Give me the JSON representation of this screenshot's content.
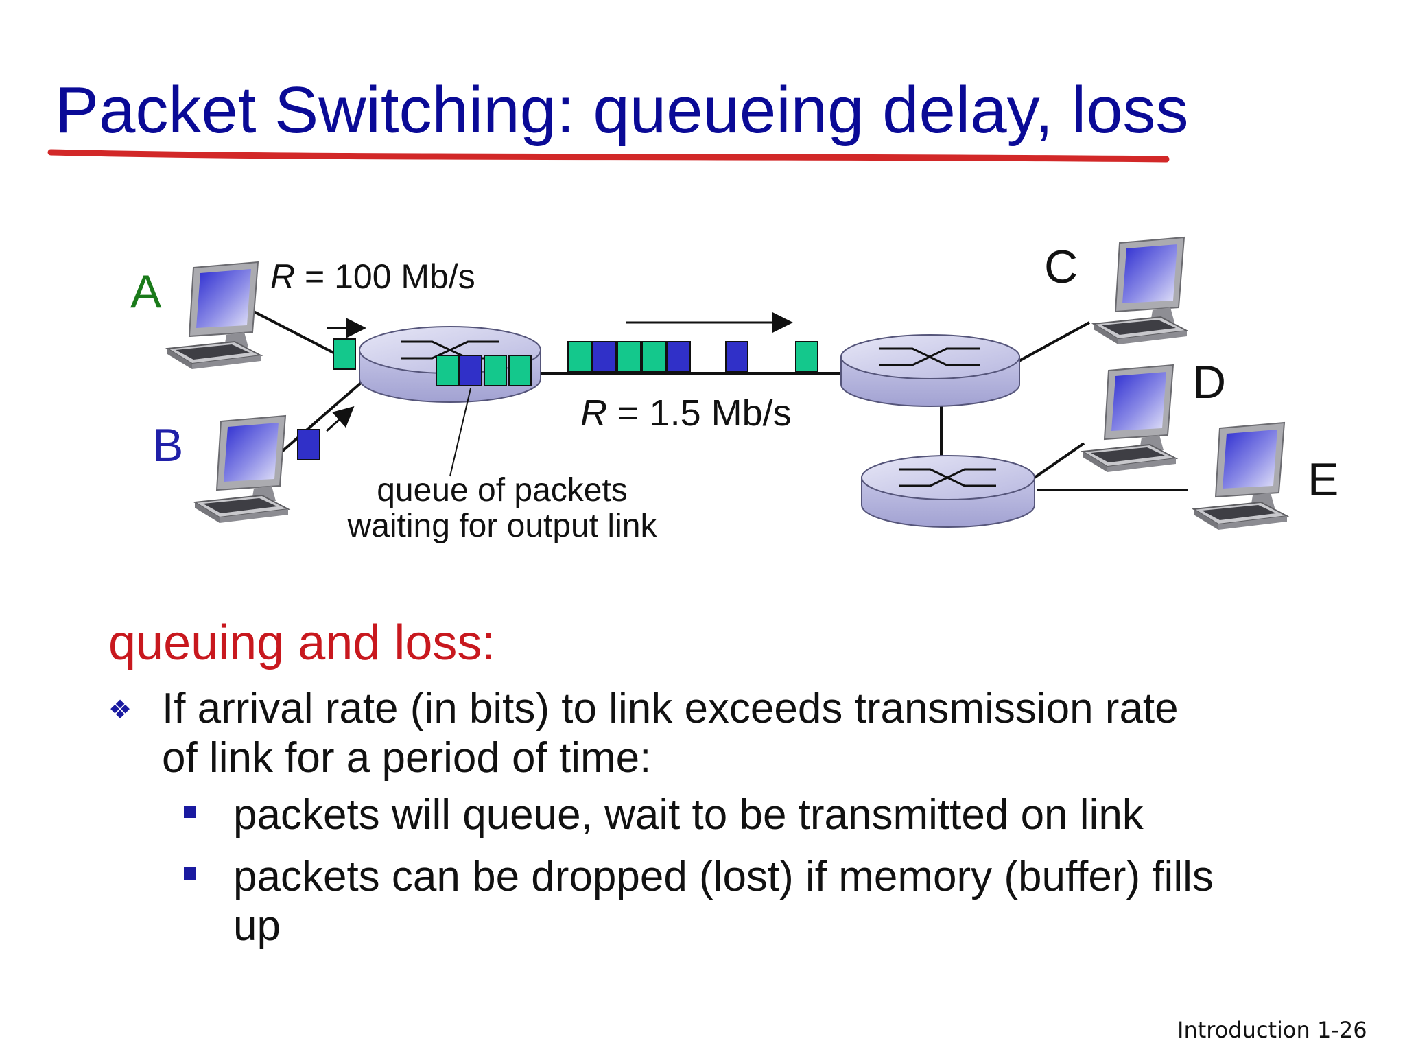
{
  "slide": {
    "title": "Packet Switching: queueing delay, loss",
    "footer": "Introduction 1-26"
  },
  "diagram": {
    "hosts": {
      "a": "A",
      "b": "B",
      "c": "C",
      "d": "D",
      "e": "E"
    },
    "rate_in_var": "R",
    "rate_in_value": " = 100 Mb/s",
    "rate_out_var": "R",
    "rate_out_value": " = 1.5 Mb/s",
    "queue_caption_line1": "queue of packets",
    "queue_caption_line2": "waiting for output link",
    "colors": {
      "packet_green": "#14c88c",
      "packet_blue": "#3030c8",
      "title_blue": "#0a0a96",
      "underline_red": "#d22828"
    }
  },
  "content": {
    "section_heading": "queuing and loss:",
    "bullet_line1": "If arrival rate (in bits) to link exceeds transmission rate",
    "bullet_line2": "of link for a period of time:",
    "sub_bullets": [
      "packets will queue, wait to be transmitted on link",
      "packets can be dropped (lost) if memory (buffer) fills"
    ],
    "sub_bullet2_cont": "up"
  }
}
